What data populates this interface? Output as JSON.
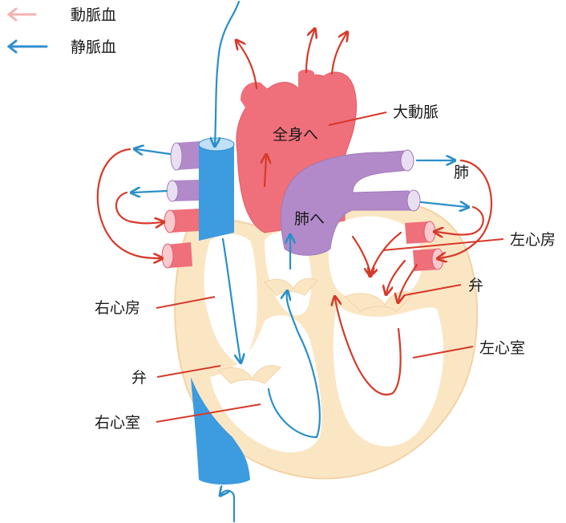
{
  "legend": {
    "arterial": {
      "label": "動脈血",
      "color": "#e06666"
    },
    "venous": {
      "label": "静脈血",
      "color": "#2f8fcf"
    }
  },
  "labels": {
    "aorta": "大動脈",
    "to_body": "全身へ",
    "lungs": "肺",
    "to_lungs": "肺へ",
    "left_atrium": "左心房",
    "valve_left": "弁",
    "left_ventricle": "左心室",
    "right_atrium": "右心房",
    "valve_right": "弁",
    "right_ventricle": "右心室"
  },
  "colors": {
    "artery_fill": "#ef6f7a",
    "pulmonary_fill": "#b28ac9",
    "vena_cava_fill": "#3d9be0",
    "muscle_fill": "#fbe6c4",
    "arterial_arrow": "#d63a2a",
    "venous_arrow": "#2a8fc9",
    "leader_line": "#d63a2a"
  }
}
